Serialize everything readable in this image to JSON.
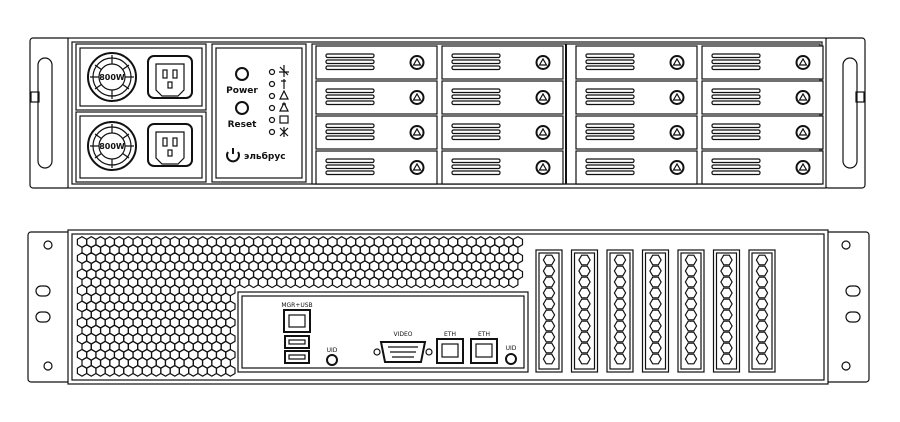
{
  "front": {
    "psu_labels": [
      "800W",
      "800W"
    ],
    "control_labels": {
      "power": "Power",
      "reset": "Reset"
    },
    "brand": "эльбрус",
    "drive_bays": {
      "rows": 4,
      "cols": 4
    }
  },
  "rear": {
    "port_labels": {
      "mgr_usb": "MGR+USB",
      "video": "VIDEO",
      "eth1": "ETH",
      "eth2": "ETH",
      "uid1": "UID",
      "uid2": "UID"
    },
    "expansion_slots": 7
  }
}
